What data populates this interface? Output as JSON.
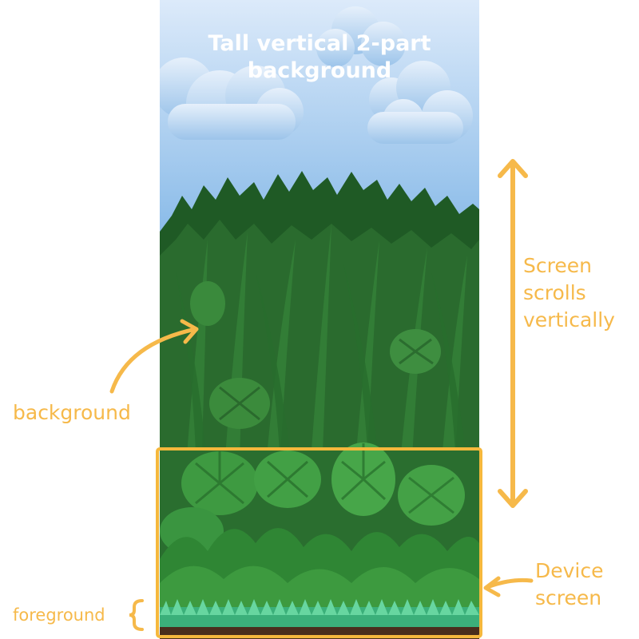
{
  "title": {
    "line1": "Tall vertical 2-part",
    "line2": "background"
  },
  "annotations": {
    "scroll_line1": "Screen",
    "scroll_line2": "scrolls",
    "scroll_line3": "vertically",
    "background": "background",
    "device_line1": "Device",
    "device_line2": "screen",
    "foreground": "foreground"
  },
  "colors": {
    "accent": "#f6b94a",
    "device_frame": "#f5b83c",
    "sky_top": "#dceafa",
    "sky_bottom": "#7fb5e6",
    "jungle_dark": "#1f5a25",
    "jungle_mid": "#2f7a33",
    "jungle_light": "#4b9b45",
    "grass": "#3bb07a",
    "soil": "#4a2e1c"
  },
  "icons": {
    "brace": "curly-brace-icon",
    "double_arrow": "double-arrow-icon",
    "curved_arrow": "curved-arrow-icon"
  }
}
